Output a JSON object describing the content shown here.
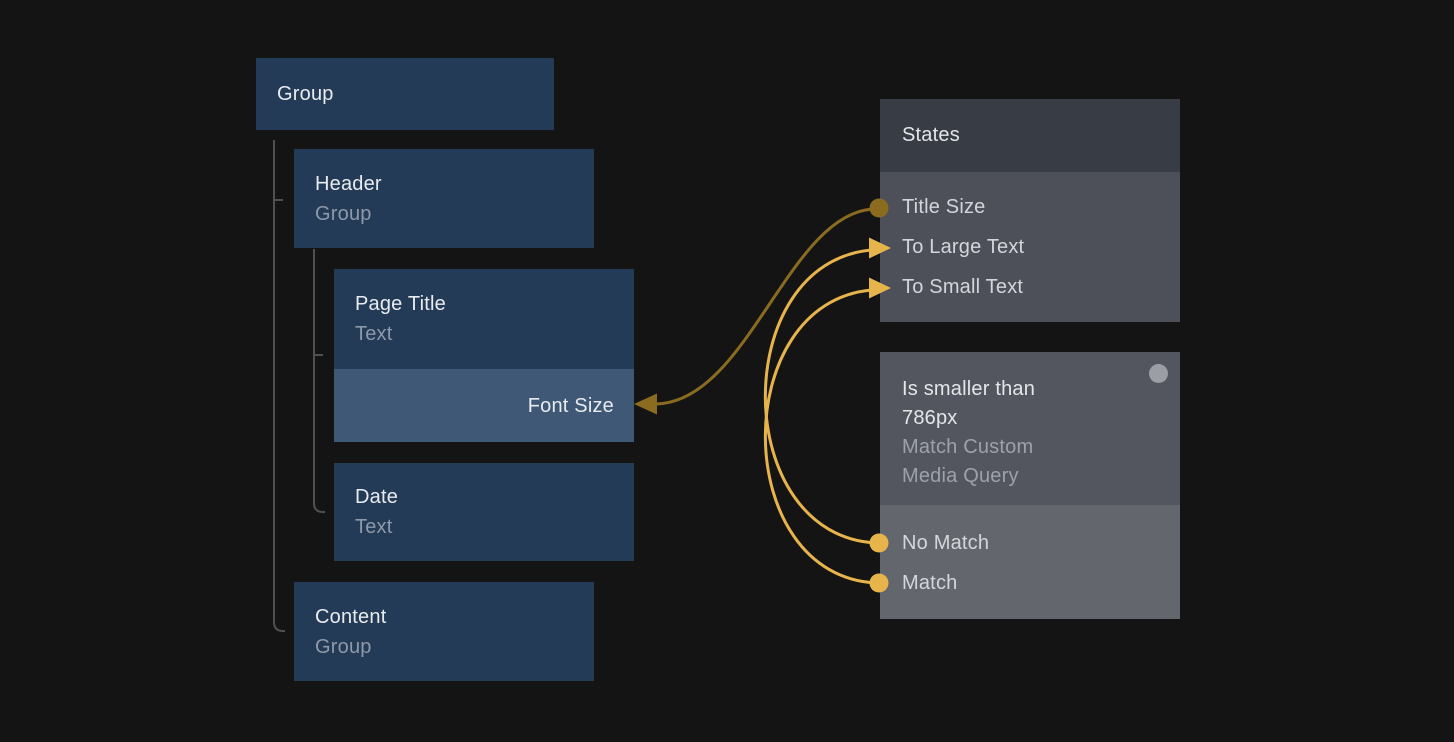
{
  "colors": {
    "background": "#141414",
    "node_bg": "#233B57",
    "node_override_bg": "#3E5875",
    "node_title": "#E9EBEF",
    "node_subtitle": "#8E99A9",
    "connector_line": "#4E5051",
    "states_header_bg": "#383C45",
    "states_body_bg": "#4D5059",
    "media_header_bg": "#53565E",
    "media_body_bg": "#63666D",
    "panel_title": "#E4E6E9",
    "panel_item_text": "#D3D6DA",
    "panel_subtitle": "#9DA2A9",
    "gold": "#E7B44C",
    "dark_gold": "#8A6B20",
    "gray_handle": "#9B9EA4"
  },
  "layers": {
    "group": {
      "title": "Group"
    },
    "header": {
      "title": "Header",
      "subtitle": "Group"
    },
    "page_title": {
      "title": "Page Title",
      "subtitle": "Text"
    },
    "font_size": {
      "label": "Font Size"
    },
    "date": {
      "title": "Date",
      "subtitle": "Text"
    },
    "content": {
      "title": "Content",
      "subtitle": "Group"
    }
  },
  "states_panel": {
    "title": "States",
    "items": [
      {
        "label": "Title Size"
      },
      {
        "label": "To Large Text"
      },
      {
        "label": "To Small Text"
      }
    ]
  },
  "media_query_panel": {
    "title_lines": [
      "Is smaller than",
      "786px"
    ],
    "subtitle_lines": [
      "Match Custom",
      "Media Query"
    ],
    "items": [
      {
        "label": "No Match"
      },
      {
        "label": "Match"
      }
    ]
  }
}
